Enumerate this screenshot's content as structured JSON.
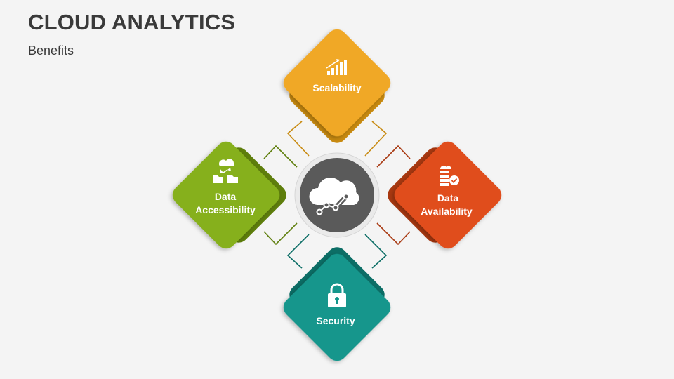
{
  "title": "CLOUD ANALYTICS",
  "subtitle": "Benefits",
  "center": {
    "icon": "cloud-analytics-icon",
    "color": "#5a5a5a"
  },
  "items": [
    {
      "id": "scalability",
      "line1": "Scalability",
      "line2": "",
      "icon": "bar-chart-icon",
      "color": "#f0a826",
      "shadow": "#c88a10"
    },
    {
      "id": "data-availability",
      "line1": "Data",
      "line2": "Availability",
      "icon": "server-check-icon",
      "color": "#e04e1e",
      "shadow": "#a83810"
    },
    {
      "id": "security",
      "line1": "Security",
      "line2": "",
      "icon": "lock-icon",
      "color": "#12968c",
      "shadow": "#0c6e66"
    },
    {
      "id": "data-accessibility",
      "line1": "Data",
      "line2": "Accessibility",
      "icon": "cloud-folders-icon",
      "color": "#86b01a",
      "shadow": "#5e7e0c"
    }
  ]
}
